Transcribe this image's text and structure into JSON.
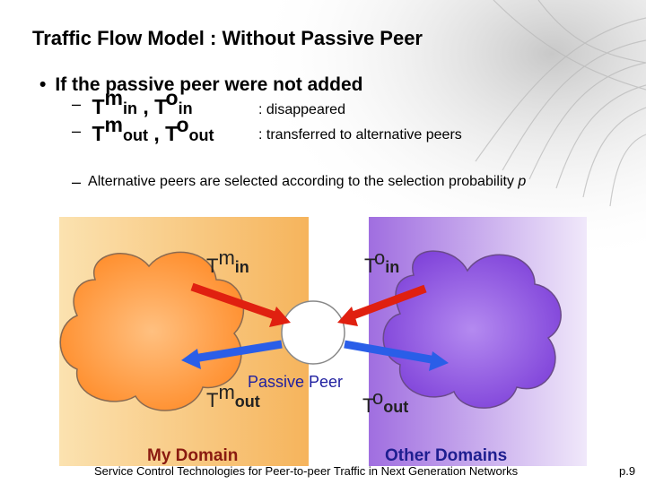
{
  "slide": {
    "title": "Traffic Flow Model : Without Passive Peer",
    "bullet": "If the passive peer were not added",
    "line1": {
      "t1": {
        "base": "T",
        "sup": "m",
        "sub": "in"
      },
      "separator": " , ",
      "t2": {
        "base": "T",
        "sup": "o",
        "sub": "in"
      },
      "note": ": disappeared"
    },
    "line2": {
      "t1": {
        "base": "T",
        "sup": "m",
        "sub": "out"
      },
      "separator": " , ",
      "t2": {
        "base": "T",
        "sup": "o",
        "sub": "out"
      },
      "note": ": transferred to alternative peers"
    },
    "alt_text": "Alternative peers are selected according to the selection probability",
    "alt_symbol": "p"
  },
  "diagram": {
    "labels": {
      "my_in": {
        "base": "T",
        "sup": "m",
        "sub": "in"
      },
      "other_in": {
        "base": "T",
        "sup": "o",
        "sub": "in"
      },
      "my_out": {
        "base": "T",
        "sup": "m",
        "sub": "out"
      },
      "other_out": {
        "base": "T",
        "sup": "o",
        "sub": "out"
      }
    },
    "passive_peer": "Passive Peer",
    "my_domain": "My Domain",
    "other_domains": "Other Domains",
    "colors": {
      "my_domain_bg": "#f8b860",
      "other_domain_bg": "#a070e0",
      "my_cloud": "#ff9a3c",
      "other_cloud": "#8a4fe0",
      "arrow_red": "#e02010",
      "arrow_blue": "#2a5ee8",
      "my_domain_text": "#8a1a10",
      "other_domain_text": "#1e1e90"
    }
  },
  "footer": {
    "text": "Service Control Technologies for Peer-to-peer Traffic in Next Generation Networks",
    "page": "p.9"
  }
}
